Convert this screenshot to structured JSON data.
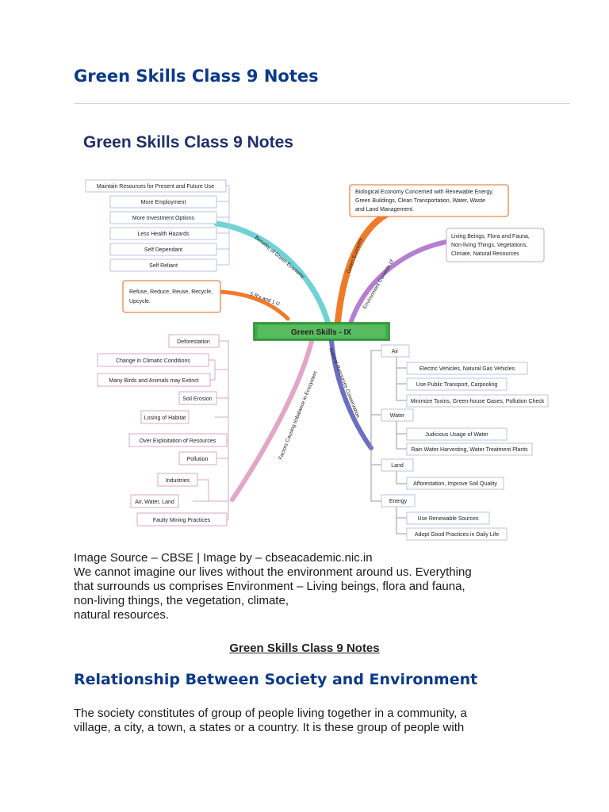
{
  "page": {
    "title": "Green Skills Class 9 Notes"
  },
  "mindmap": {
    "heading": "Green Skills Class 9 Notes",
    "center": "Green Skills - IX",
    "branch_benefits_label": "Benefits of Green Economy",
    "branch_5rs_label": "5 R's and 1 U",
    "branch_green_economy_label": "Green Economy",
    "branch_environment_label": "Environment Consists of",
    "branch_factors_label": "Factors Causing Imbalance in Ecosystem",
    "branch_natural_label": "Natural Resources Conservation",
    "benefits": [
      "Maintain Resources for Present and Future Use",
      "More Employment",
      "More Investment Options",
      "Less Health Hazards",
      "Self Dependant",
      "Self Reliant"
    ],
    "rs_box": [
      "Refuse, Reduce, Reuse, Recycle,",
      "Upcycle."
    ],
    "green_economy_box": [
      "Biological Economy Concerned with Renewable Energy,",
      "Green Buildings, Clean Transportation, Water, Waste",
      "and Land Management."
    ],
    "environment_box": [
      "Living Beings, Flora and Fauna,",
      "Non-living Things, Vegetations,",
      "Climate, Natural Resources"
    ],
    "factors": [
      "Deforestation",
      "Change in Climatic Conditions",
      "Many Birds and Animals may Extinct",
      "Soil Erosion",
      "Losing of Habitat",
      "Over Exploitation of Resources",
      "Pollution",
      "Industries",
      "Air, Water, Land",
      "Faulty Mining  Practices"
    ],
    "resources": {
      "air": "Air",
      "air_items": [
        "Electric Vehicles, Natural Gas Vehicles",
        "Use Public Transport, Carpooling",
        "Minimize Toxins, Green-house Gases, Pollution Check"
      ],
      "water": "Water",
      "water_items": [
        "Judicious Usage of Water",
        "Rain Water Harvesting, Water Treatment Plants"
      ],
      "land": "Land",
      "land_items": [
        "Afforestation, Improve Soil Quality"
      ],
      "energy": "Energy",
      "energy_items": [
        "Use Renewable Sources",
        "Adopt Good Practices in Daily Life"
      ]
    }
  },
  "image_source": "Image Source – CBSE | Image by – cbseacademic.nic.in",
  "intro_lines": [
    "We cannot imagine our lives without the environment around us. Everything",
    "that surrounds us comprises Environment – Living beings, flora and fauna,",
    "non-living things, the vegetation, climate,",
    "natural resources."
  ],
  "center_link": "Green Skills Class 9 Notes",
  "section_heading": "Relationship Between Society and Environment",
  "society_lines": [
    "The society constitutes of group of people living together in a community, a",
    "village, a city, a town, a states or a country. It is these group of people with"
  ],
  "colors": {
    "heading": "#0b3a8a",
    "branch_teal": "#6fd3d6",
    "branch_orange": "#f07a2a",
    "branch_purple": "#b57ed3",
    "branch_pink": "#e3a6c8",
    "branch_navy": "#6b6fc4",
    "center_fill": "#3cb043"
  }
}
